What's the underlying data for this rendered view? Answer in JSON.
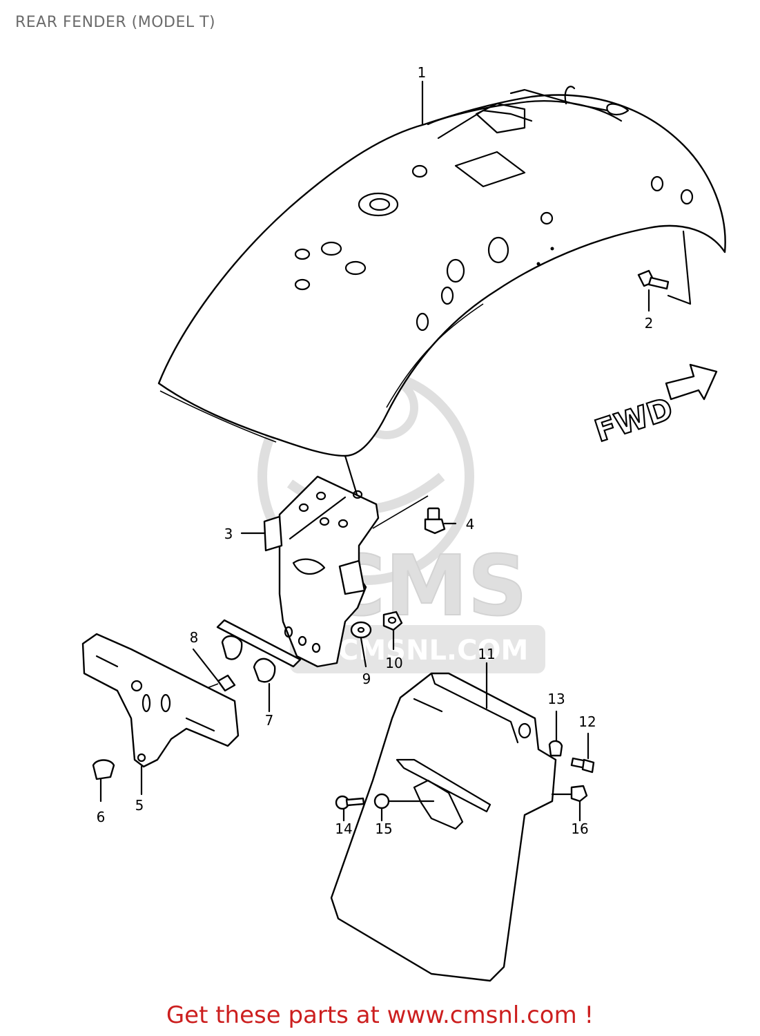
{
  "header": {
    "title": "REAR FENDER (MODEL T)"
  },
  "footer": {
    "text": "Get these parts at www.cmsnl.com !"
  },
  "diagram": {
    "direction_label": "FWD",
    "watermark": {
      "logo_text": "CMS",
      "site": "CMSNL.COM",
      "color": "#d9d9d9"
    },
    "callouts": [
      {
        "id": "1",
        "label": "1"
      },
      {
        "id": "2",
        "label": "2"
      },
      {
        "id": "3",
        "label": "3"
      },
      {
        "id": "4",
        "label": "4"
      },
      {
        "id": "5",
        "label": "5"
      },
      {
        "id": "6",
        "label": "6"
      },
      {
        "id": "7",
        "label": "7"
      },
      {
        "id": "8",
        "label": "8"
      },
      {
        "id": "9",
        "label": "9"
      },
      {
        "id": "10",
        "label": "10"
      },
      {
        "id": "11",
        "label": "11"
      },
      {
        "id": "12",
        "label": "12"
      },
      {
        "id": "13",
        "label": "13"
      },
      {
        "id": "14",
        "label": "14"
      },
      {
        "id": "15",
        "label": "15"
      },
      {
        "id": "16",
        "label": "16"
      }
    ]
  },
  "colors": {
    "footer_text": "#cc1f1f",
    "title_text": "#6b6b6b",
    "line": "#000000"
  }
}
